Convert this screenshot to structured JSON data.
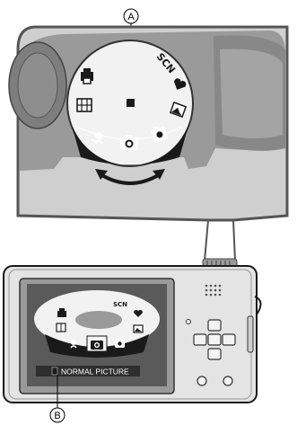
{
  "callouts": {
    "a": "A",
    "b": "B"
  },
  "dial": {
    "scn_label": "SCN"
  },
  "screen": {
    "scn_label": "SCN",
    "mode_name": "NORMAL PICTURE"
  },
  "colors": {
    "ink": "#1a1a1a",
    "panel": "#c9c9c9",
    "dial": "#f2f2f2",
    "lcd": "#5a5a5a",
    "lcd_banner": "#2e2e2e"
  },
  "icons": [
    "camera-icon",
    "heart-icon",
    "macro-flower-icon",
    "film-icon",
    "print-icon",
    "mountain-icon",
    "self-portrait-icon"
  ]
}
